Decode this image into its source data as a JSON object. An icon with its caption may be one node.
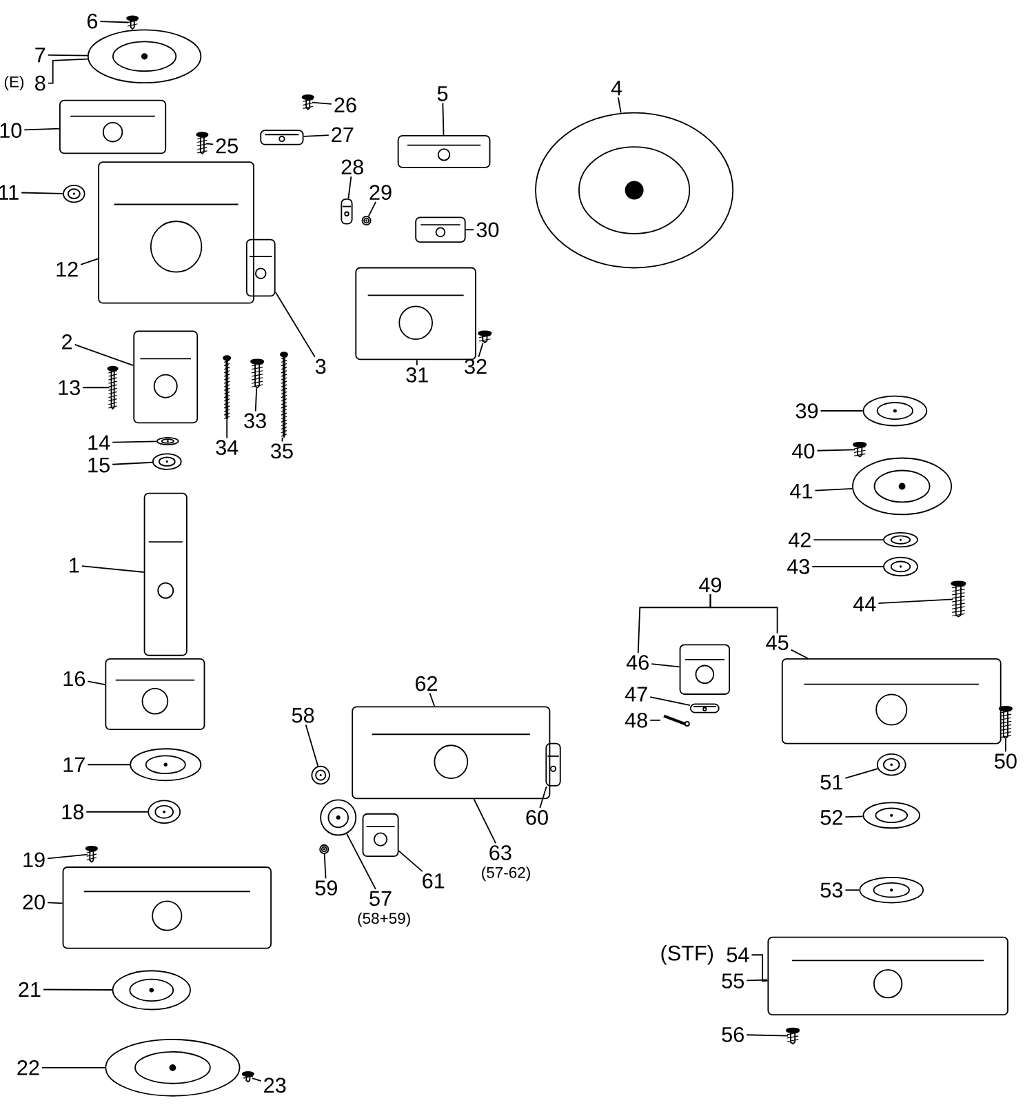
{
  "diagram": {
    "nodes": [
      {
        "text": [
          "6"
        ]
      },
      {
        "text": [],
        "shape": "picture"
      },
      {
        "text": [
          "7"
        ]
      },
      {
        "text": [],
        "shape": "picture"
      },
      {
        "text": [
          "8"
        ],
        "beside": [
          "(E)"
        ]
      },
      {
        "text": [
          "10"
        ]
      },
      {
        "text": [],
        "shape": "picture"
      },
      {
        "text": [
          "11"
        ]
      },
      {
        "text": [],
        "shape": "picture"
      },
      {
        "text": [
          "12"
        ]
      },
      {
        "text": [],
        "shape": "picture"
      },
      {
        "text": [
          "25"
        ]
      },
      {
        "text": [],
        "shape": "picture"
      },
      {
        "text": [
          "26"
        ]
      },
      {
        "text": [],
        "shape": "picture"
      },
      {
        "text": [
          "27"
        ]
      },
      {
        "text": [],
        "shape": "picture"
      },
      {
        "text": [
          "5"
        ]
      },
      {
        "text": [],
        "shape": "picture"
      },
      {
        "text": [
          "4"
        ]
      },
      {
        "text": [],
        "shape": "picture"
      },
      {
        "text": [
          "28"
        ]
      },
      {
        "text": [],
        "shape": "picture"
      },
      {
        "text": [
          "29"
        ]
      },
      {
        "text": [],
        "shape": "picture"
      },
      {
        "text": [
          "30"
        ]
      },
      {
        "text": [],
        "shape": "picture"
      },
      {
        "text": [
          "3"
        ]
      },
      {
        "text": [],
        "shape": "picture"
      },
      {
        "text": [
          "2"
        ]
      },
      {
        "text": [],
        "shape": "picture"
      },
      {
        "text": [
          "13"
        ]
      },
      {
        "text": [],
        "shape": "picture"
      },
      {
        "text": [
          "31"
        ]
      },
      {
        "text": [],
        "shape": "picture"
      },
      {
        "text": [
          "32"
        ]
      },
      {
        "text": [],
        "shape": "picture"
      },
      {
        "text": [
          "33"
        ]
      },
      {
        "text": [],
        "shape": "picture"
      },
      {
        "text": [
          "34"
        ]
      },
      {
        "text": [],
        "shape": "picture"
      },
      {
        "text": [
          "35"
        ]
      },
      {
        "text": [],
        "shape": "picture"
      },
      {
        "text": [
          "14"
        ]
      },
      {
        "text": [],
        "shape": "picture"
      },
      {
        "text": [
          "15"
        ]
      },
      {
        "text": [],
        "shape": "picture"
      },
      {
        "text": [
          "1"
        ]
      },
      {
        "text": [],
        "shape": "picture"
      },
      {
        "text": [
          "16"
        ]
      },
      {
        "text": [],
        "shape": "picture"
      },
      {
        "text": [
          "17"
        ]
      },
      {
        "text": [],
        "shape": "picture"
      },
      {
        "text": [
          "18"
        ]
      },
      {
        "text": [],
        "shape": "picture"
      },
      {
        "text": [
          "19"
        ]
      },
      {
        "text": [],
        "shape": "picture"
      },
      {
        "text": [
          "20"
        ]
      },
      {
        "text": [],
        "shape": "picture"
      },
      {
        "text": [
          "21"
        ]
      },
      {
        "text": [],
        "shape": "picture"
      },
      {
        "text": [
          "22"
        ]
      },
      {
        "text": [],
        "shape": "picture"
      },
      {
        "text": [
          "23"
        ]
      },
      {
        "text": [],
        "shape": "picture"
      },
      {
        "text": [
          "39"
        ]
      },
      {
        "text": [],
        "shape": "picture"
      },
      {
        "text": [
          "40"
        ]
      },
      {
        "text": [],
        "shape": "picture"
      },
      {
        "text": [
          "41"
        ]
      },
      {
        "text": [],
        "shape": "picture"
      },
      {
        "text": [
          "42"
        ]
      },
      {
        "text": [],
        "shape": "picture"
      },
      {
        "text": [
          "43"
        ]
      },
      {
        "text": [],
        "shape": "picture"
      },
      {
        "text": [
          "49"
        ]
      },
      {
        "text": [
          "44"
        ]
      },
      {
        "text": [],
        "shape": "picture"
      },
      {
        "text": [
          "46"
        ]
      },
      {
        "text": [],
        "shape": "picture"
      },
      {
        "text": [
          "45"
        ]
      },
      {
        "text": [],
        "shape": "picture"
      },
      {
        "text": [
          "47"
        ]
      },
      {
        "text": [],
        "shape": "picture"
      },
      {
        "text": [
          "48"
        ]
      },
      {
        "text": [],
        "shape": "picture"
      },
      {
        "text": [
          "50"
        ]
      },
      {
        "text": [],
        "shape": "picture"
      },
      {
        "text": [
          "51"
        ]
      },
      {
        "text": [],
        "shape": "picture"
      },
      {
        "text": [
          "52"
        ]
      },
      {
        "text": [],
        "shape": "picture"
      },
      {
        "text": [
          "53"
        ]
      },
      {
        "text": [],
        "shape": "picture"
      },
      {
        "text": [
          "54"
        ],
        "beside": [
          "(STF)"
        ]
      },
      {
        "text": [
          "55"
        ]
      },
      {
        "text": [],
        "shape": "picture"
      },
      {
        "text": [
          "56"
        ]
      },
      {
        "text": [],
        "shape": "picture"
      },
      {
        "text": [
          "62"
        ]
      },
      {
        "text": [],
        "shape": "picture"
      },
      {
        "text": [
          "58"
        ]
      },
      {
        "text": [],
        "shape": "picture"
      },
      {
        "text": [
          "60"
        ]
      },
      {
        "text": [],
        "shape": "picture"
      },
      {
        "text": [
          "63"
        ],
        "beside": [
          "(57-62)"
        ]
      },
      {
        "text": [
          "61"
        ]
      },
      {
        "text": [],
        "shape": "picture"
      },
      {
        "text": [
          "57"
        ],
        "beside": [
          "(58+59)"
        ]
      },
      {
        "text": [],
        "shape": "picture"
      },
      {
        "text": [
          "59"
        ]
      },
      {
        "text": [],
        "shape": "picture"
      }
    ],
    "edges": [
      {
        "from": 0,
        "to": 1,
        "arrow": "none"
      },
      {
        "from": 2,
        "to": 3,
        "arrow": "none"
      },
      {
        "from": 4,
        "to": 3,
        "arrow": "none"
      },
      {
        "from": 5,
        "to": 6,
        "arrow": "none"
      },
      {
        "from": 7,
        "to": 8,
        "arrow": "none"
      },
      {
        "from": 9,
        "to": 10,
        "arrow": "none"
      },
      {
        "from": 11,
        "to": 12,
        "arrow": "none"
      },
      {
        "from": 13,
        "to": 14,
        "arrow": "none"
      },
      {
        "from": 15,
        "to": 16,
        "arrow": "none"
      },
      {
        "from": 17,
        "to": 18,
        "arrow": "none"
      },
      {
        "from": 19,
        "to": 20,
        "arrow": "none"
      },
      {
        "from": 21,
        "to": 22,
        "arrow": "none"
      },
      {
        "from": 23,
        "to": 24,
        "arrow": "none"
      },
      {
        "from": 25,
        "to": 26,
        "arrow": "none"
      },
      {
        "from": 27,
        "to": 28,
        "arrow": "none"
      },
      {
        "from": 29,
        "to": 30,
        "arrow": "none"
      },
      {
        "from": 31,
        "to": 32,
        "arrow": "none"
      },
      {
        "from": 33,
        "to": 34,
        "arrow": "none"
      },
      {
        "from": 35,
        "to": 36,
        "arrow": "none"
      },
      {
        "from": 37,
        "to": 38,
        "arrow": "none"
      },
      {
        "from": 39,
        "to": 40,
        "arrow": "none"
      },
      {
        "from": 41,
        "to": 42,
        "arrow": "none"
      },
      {
        "from": 43,
        "to": 44,
        "arrow": "none"
      },
      {
        "from": 45,
        "to": 46,
        "arrow": "none"
      },
      {
        "from": 47,
        "to": 48,
        "arrow": "none"
      },
      {
        "from": 49,
        "to": 50,
        "arrow": "none"
      },
      {
        "from": 51,
        "to": 52,
        "arrow": "none"
      },
      {
        "from": 53,
        "to": 54,
        "arrow": "none"
      },
      {
        "from": 55,
        "to": 56,
        "arrow": "none"
      },
      {
        "from": 57,
        "to": 58,
        "arrow": "none"
      },
      {
        "from": 59,
        "to": 60,
        "arrow": "none"
      },
      {
        "from": 61,
        "to": 62,
        "arrow": "none"
      },
      {
        "from": 63,
        "to": 64,
        "arrow": "none"
      },
      {
        "from": 65,
        "to": 66,
        "arrow": "none"
      },
      {
        "from": 67,
        "to": 68,
        "arrow": "none"
      },
      {
        "from": 69,
        "to": 70,
        "arrow": "none"
      },
      {
        "from": 71,
        "to": 72,
        "arrow": "none"
      },
      {
        "from": 73,
        "to": 74,
        "arrow": "none"
      },
      {
        "from": 75,
        "to": 78,
        "arrow": "none"
      },
      {
        "from": 75,
        "to": 80,
        "arrow": "none"
      },
      {
        "from": 76,
        "to": 77,
        "arrow": "none"
      },
      {
        "from": 78,
        "to": 79,
        "arrow": "none"
      },
      {
        "from": 80,
        "to": 81,
        "arrow": "none"
      },
      {
        "from": 82,
        "to": 83,
        "arrow": "none"
      },
      {
        "from": 84,
        "to": 85,
        "arrow": "none"
      },
      {
        "from": 86,
        "to": 87,
        "arrow": "none"
      },
      {
        "from": 88,
        "to": 89,
        "arrow": "none"
      },
      {
        "from": 90,
        "to": 91,
        "arrow": "none"
      },
      {
        "from": 92,
        "to": 93,
        "arrow": "none"
      },
      {
        "from": 94,
        "to": 96,
        "arrow": "none"
      },
      {
        "from": 95,
        "to": 96,
        "arrow": "none"
      },
      {
        "from": 97,
        "to": 98,
        "arrow": "none"
      },
      {
        "from": 99,
        "to": 100,
        "arrow": "none"
      },
      {
        "from": 101,
        "to": 102,
        "arrow": "none"
      },
      {
        "from": 103,
        "to": 104,
        "arrow": "none"
      },
      {
        "from": 105,
        "to": 100,
        "arrow": "none"
      },
      {
        "from": 106,
        "to": 107,
        "arrow": "none"
      },
      {
        "from": 108,
        "to": 109,
        "arrow": "none"
      },
      {
        "from": 110,
        "to": 111,
        "arrow": "none"
      }
    ]
  }
}
